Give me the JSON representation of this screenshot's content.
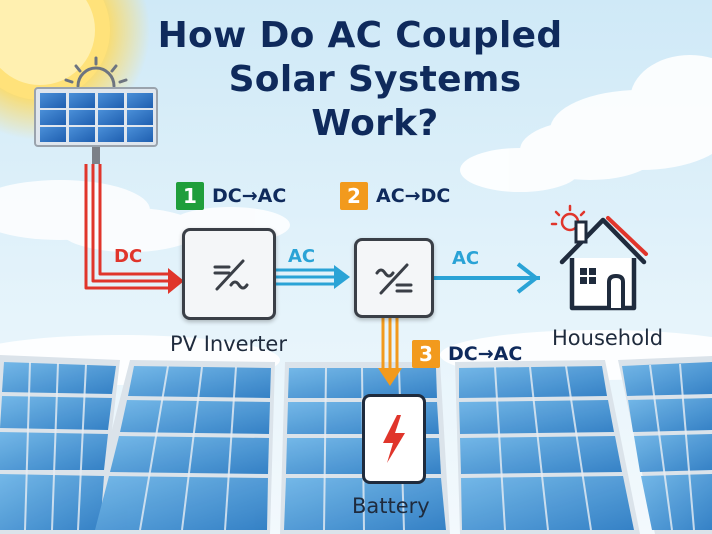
{
  "title": {
    "line1": "How Do AC Coupled",
    "line2": "Solar Systems Work?"
  },
  "steps": [
    {
      "number": "1",
      "label": "DC→AC",
      "color": "#1f9e3b"
    },
    {
      "number": "2",
      "label": "AC→DC",
      "color": "#f29a1d"
    },
    {
      "number": "3",
      "label": "DC→AC",
      "color": "#f29a1d"
    }
  ],
  "flows": {
    "panel_to_inverter": {
      "label": "DC",
      "color": "#e0352b"
    },
    "inverter_to_charger": {
      "label": "AC",
      "color": "#2aa3d6"
    },
    "charger_to_house": {
      "label": "AC",
      "color": "#2aa3d6"
    },
    "battery_link": {
      "color": "#f29a1d"
    }
  },
  "components": {
    "pv_inverter": "PV Inverter",
    "household": "Household",
    "battery": "Battery"
  },
  "icons": {
    "sun": "sun-icon",
    "solar_panel": "solar-panel-icon",
    "inverter": "inverter-icon",
    "charger": "charger-inverter-icon",
    "house": "house-icon",
    "battery": "battery-icon",
    "lightning": "lightning-icon"
  }
}
